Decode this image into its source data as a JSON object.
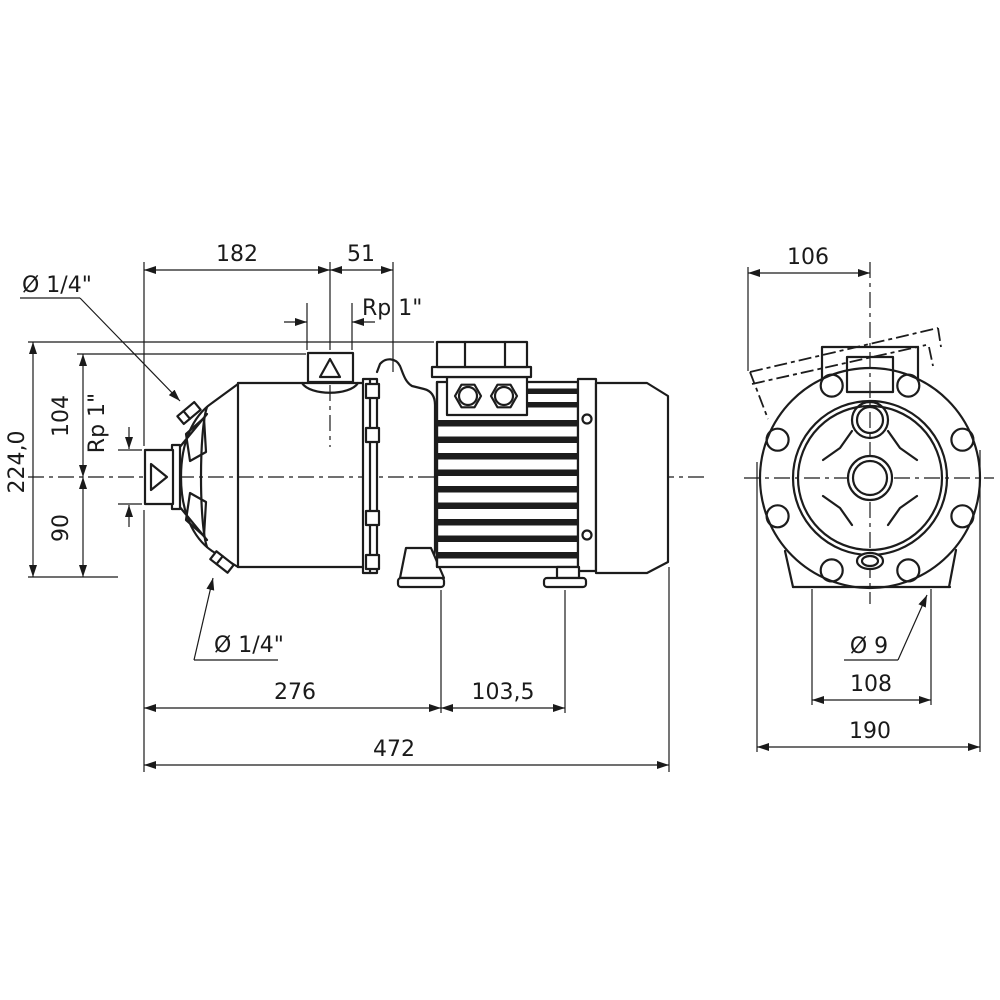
{
  "drawing": {
    "kind": "dimensional technical drawing, two orthographic views of a horizontal multistage centrifugal pump with motor",
    "colors": {
      "line": "#1c1c1c",
      "background": "#ffffff",
      "text": "#1a1a1a"
    },
    "side_view": {
      "dims": {
        "d182": "182",
        "d51": "51",
        "rp1_top": "Rp 1\"",
        "quarter_top": "Ø 1/4\"",
        "d224": "224,0",
        "d104": "104",
        "rp1_left": "Rp 1\"",
        "d90": "90",
        "quarter_bottom": "Ø 1/4\"",
        "d276": "276",
        "d103_5": "103,5",
        "d472": "472"
      }
    },
    "front_view": {
      "dims": {
        "d106": "106",
        "dia9": "Ø 9",
        "d108": "108",
        "d190": "190"
      }
    }
  }
}
